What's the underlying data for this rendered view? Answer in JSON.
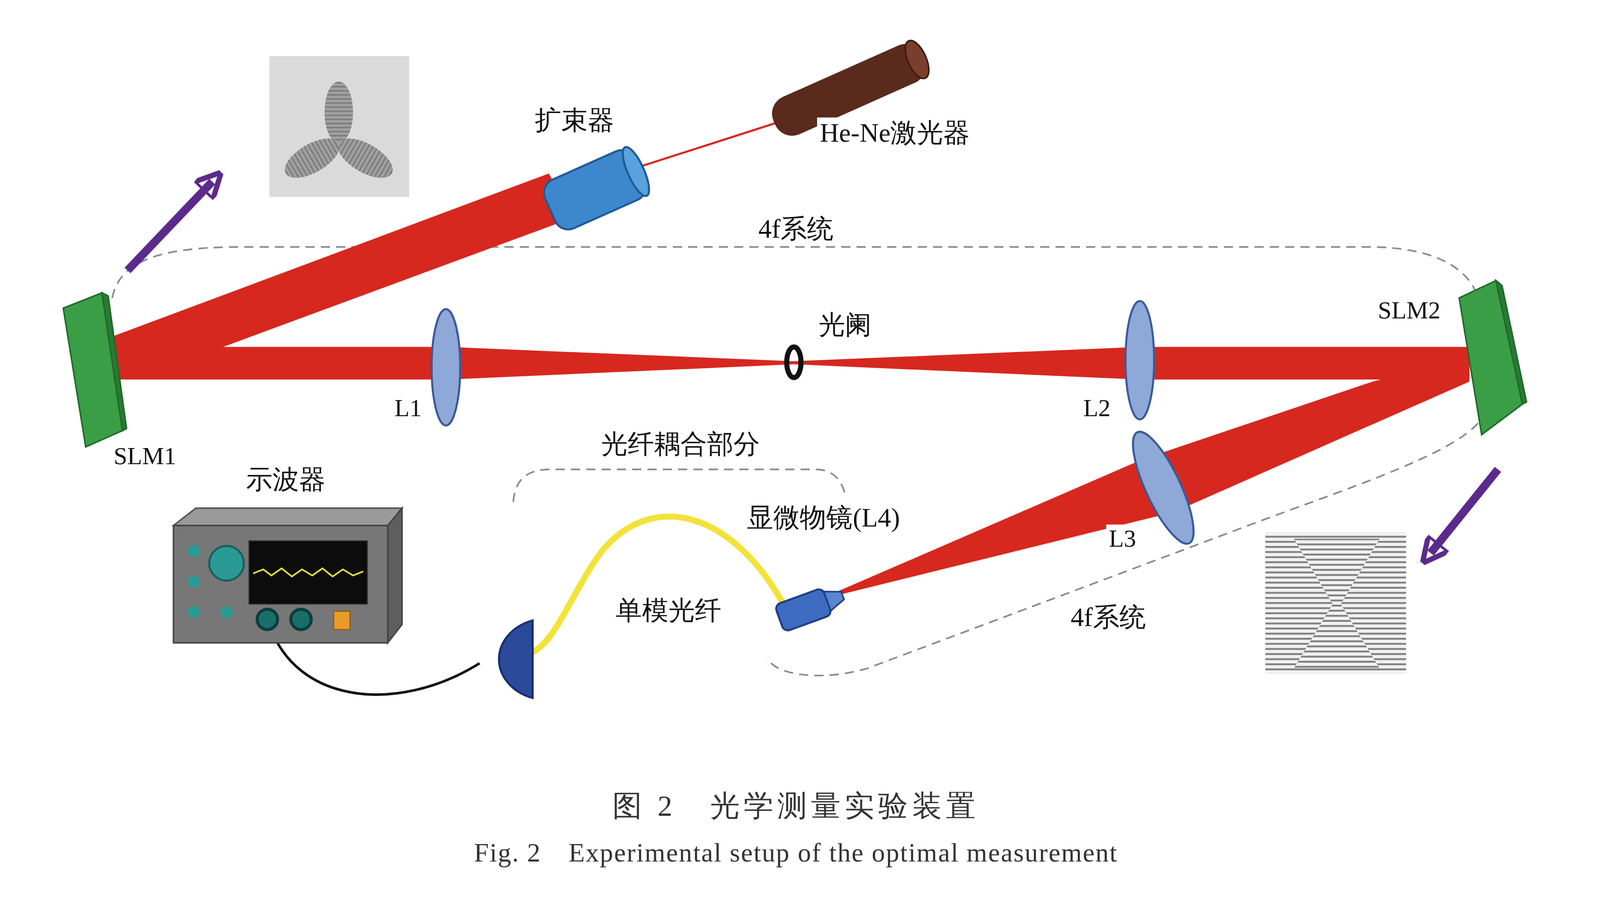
{
  "diagram": {
    "caption": "图 2　光学测量实验装置",
    "labels": [
      "扩束器",
      "He-Ne激光器",
      "4f系统",
      "光阑",
      "SLM2",
      "SLM1",
      "L1",
      "L2",
      "光纤耦合部分",
      "示波器",
      "显微物镜(L4)",
      "L3",
      "单模光纤",
      "4f系统",
      "Fig. 2　Experimental setup of the optimal measurement"
    ]
  }
}
